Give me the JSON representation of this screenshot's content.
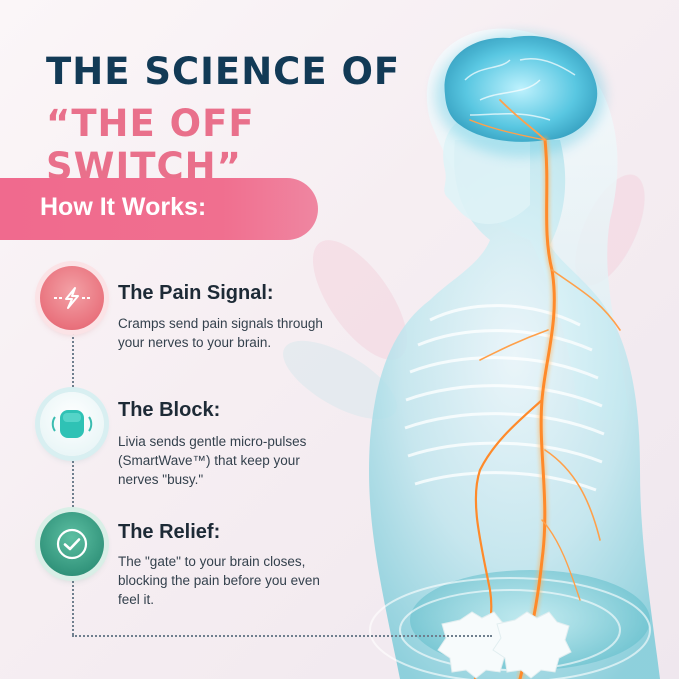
{
  "header": {
    "line1": "THE SCIENCE OF",
    "line2": "“THE OFF SWITCH”"
  },
  "banner": {
    "label": "How It Works:"
  },
  "steps": [
    {
      "title": "The Pain Signal:",
      "description": "Cramps send pain signals through your nerves to your brain.",
      "icon": "lightning-pain-icon",
      "color": "#e9727d"
    },
    {
      "title": "The Block:",
      "description": "Livia sends gentle micro-pulses (SmartWave™) that keep your nerves \"busy.\"",
      "icon": "device-pulse-icon",
      "color": "#2fc2b5"
    },
    {
      "title": "The Relief:",
      "description": "The \"gate\" to your brain closes, blocking the pain before you even feel it.",
      "icon": "checkmark-icon",
      "color": "#2d8f77"
    }
  ],
  "colors": {
    "navy": "#123a56",
    "pink": "#e9708b",
    "banner": "#f06a8e",
    "nerve_glow": "#ff9a3c",
    "body_teal": "#4fb6c9"
  }
}
